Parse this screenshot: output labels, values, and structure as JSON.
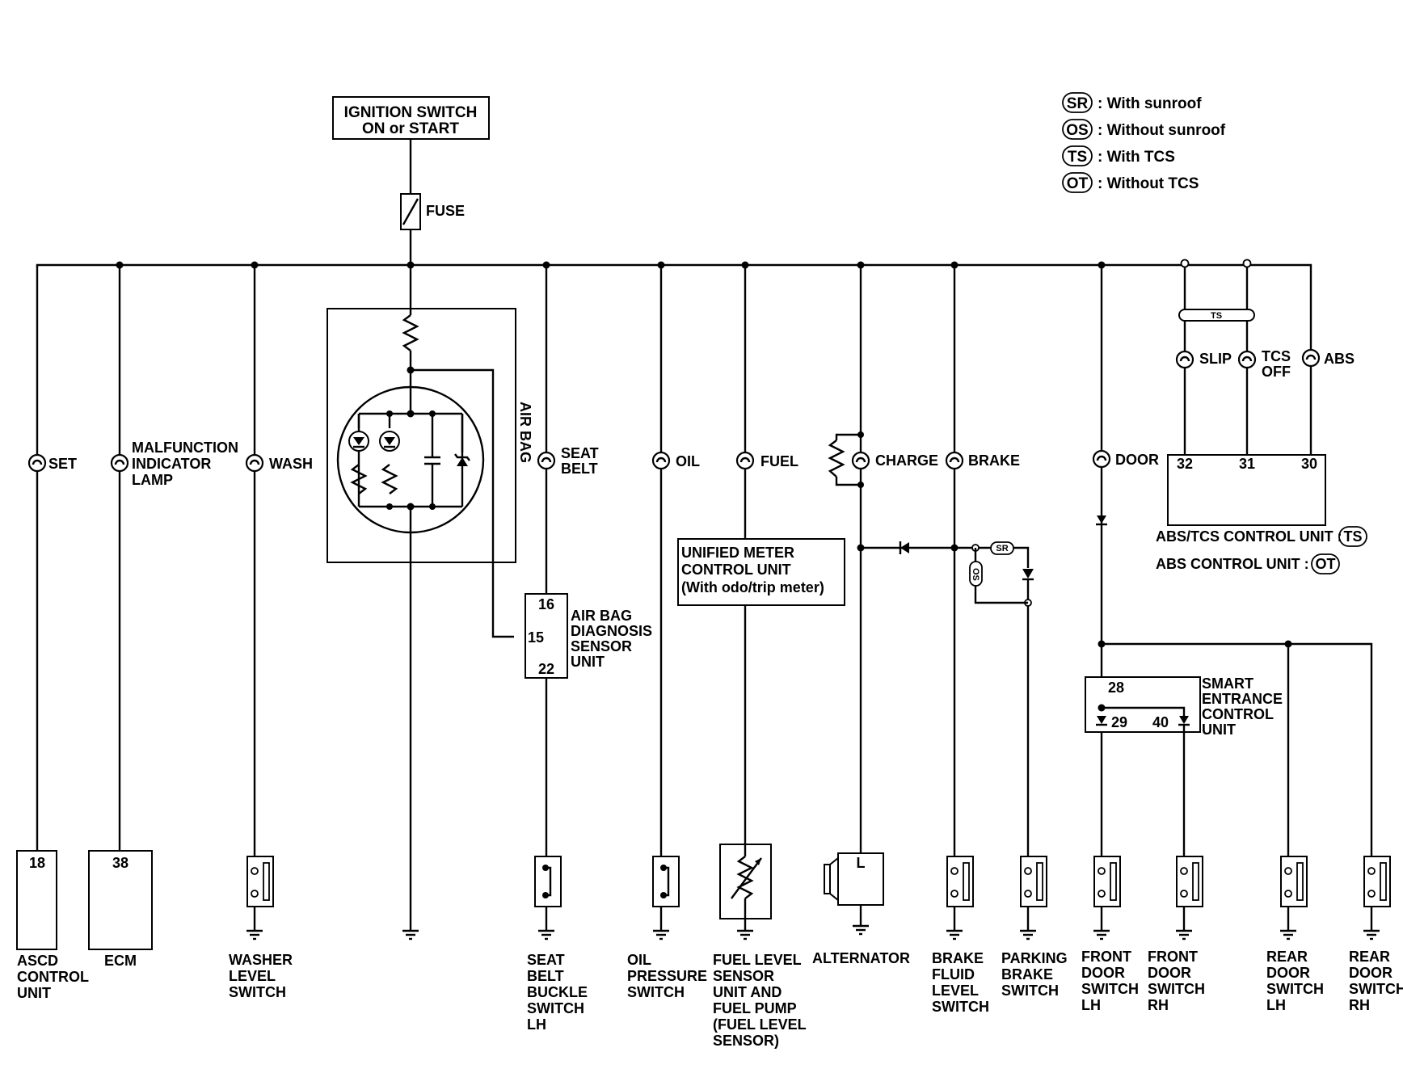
{
  "header": {
    "ignition_line1": "IGNITION  SWITCH",
    "ignition_line2": "ON  or  START",
    "fuse": "FUSE"
  },
  "legend": [
    {
      "code": "SR",
      "text": ": With sunroof"
    },
    {
      "code": "OS",
      "text": ": Without sunroof"
    },
    {
      "code": "TS",
      "text": ": With TCS"
    },
    {
      "code": "OT",
      "text": ": Without TCS"
    }
  ],
  "indicators": {
    "set": "SET",
    "mil": [
      "MALFUNCTION",
      "INDICATOR",
      "LAMP"
    ],
    "wash": "WASH",
    "airbag": "AIR BAG",
    "seatbelt": [
      "SEAT",
      "BELT"
    ],
    "oil": "OIL",
    "fuel": "FUEL",
    "charge": "CHARGE",
    "brake": "BRAKE",
    "door": "DOOR",
    "slip": "SLIP",
    "tcsoff": [
      "TCS",
      "OFF"
    ],
    "abs": "ABS",
    "ts_tag": "TS"
  },
  "units": {
    "ascd": {
      "pin": "18",
      "label": [
        "ASCD",
        "CONTROL",
        "UNIT"
      ]
    },
    "ecm": {
      "pin": "38",
      "label": "ECM"
    },
    "airbag_diag": {
      "pins": [
        "16",
        "15",
        "22"
      ],
      "label": [
        "AIR BAG",
        "DIAGNOSIS",
        "SENSOR",
        "UNIT"
      ]
    },
    "unified_meter": [
      "UNIFIED METER",
      "CONTROL UNIT",
      "(With odo/trip meter)"
    ],
    "abs_tcs": {
      "pins": [
        "32",
        "31",
        "30"
      ],
      "label1": "ABS/TCS CONTROL UNIT :",
      "label1_code": "TS",
      "label2": "ABS CONTROL UNIT :",
      "label2_code": "OT"
    },
    "smart_entrance": {
      "pins": [
        "28",
        "29",
        "40"
      ],
      "label": [
        "SMART",
        "ENTRANCE",
        "CONTROL",
        "UNIT"
      ]
    },
    "sr_tag": "SR",
    "os_tag": "OS",
    "alternator_pin": "L"
  },
  "components": {
    "washer": [
      "WASHER",
      "LEVEL",
      "SWITCH"
    ],
    "seatbuckle": [
      "SEAT",
      "BELT",
      "BUCKLE",
      "SWITCH",
      "LH"
    ],
    "oilpressure": [
      "OIL",
      "PRESSURE",
      "SWITCH"
    ],
    "fuellevel": [
      "FUEL LEVEL",
      "SENSOR",
      "UNIT AND",
      "FUEL PUMP",
      "(FUEL LEVEL",
      "SENSOR)"
    ],
    "alternator": "ALTERNATOR",
    "brakefluid": [
      "BRAKE",
      "FLUID",
      "LEVEL",
      "SWITCH"
    ],
    "parkingbrake": [
      "PARKING",
      "BRAKE",
      "SWITCH"
    ],
    "frontlh": [
      "FRONT",
      "DOOR",
      "SWITCH",
      "LH"
    ],
    "frontrh": [
      "FRONT",
      "DOOR",
      "SWITCH",
      "RH"
    ],
    "rearlh": [
      "REAR",
      "DOOR",
      "SWITCH",
      "LH"
    ],
    "rearrh": [
      "REAR",
      "DOOR",
      "SWITCH",
      "RH"
    ]
  }
}
